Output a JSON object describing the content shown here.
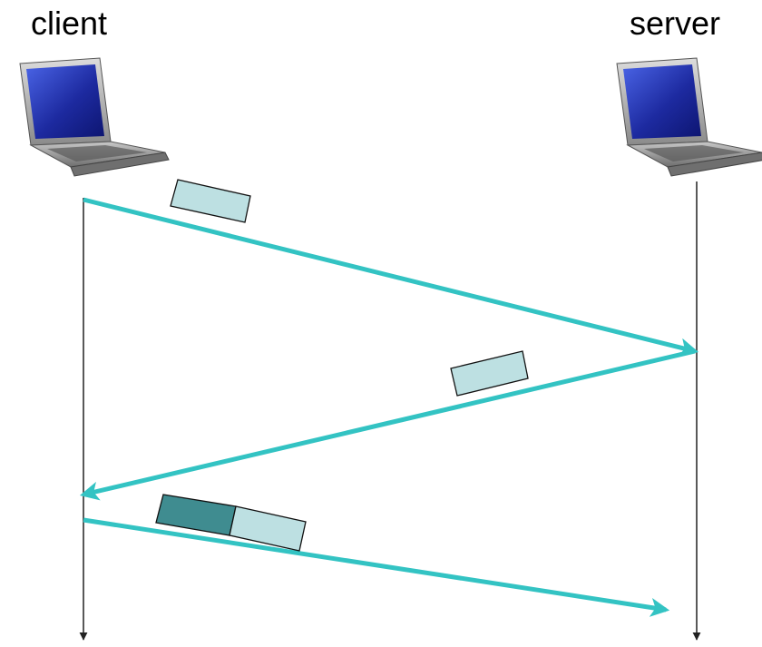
{
  "hosts": {
    "client": {
      "label": "client",
      "icon": "laptop-icon"
    },
    "server": {
      "label": "server",
      "icon": "laptop-icon"
    }
  },
  "colors": {
    "arrow": "#33c3c3",
    "timeline": "#222222",
    "packet_light": "#bde0e2",
    "packet_dark": "#3f8c90",
    "screen": "#2431a6"
  },
  "messages": [
    {
      "from": "client",
      "to": "server",
      "packets": [
        "light"
      ]
    },
    {
      "from": "server",
      "to": "client",
      "packets": [
        "light"
      ]
    },
    {
      "from": "client",
      "to": "server",
      "packets": [
        "dark",
        "light"
      ]
    }
  ]
}
